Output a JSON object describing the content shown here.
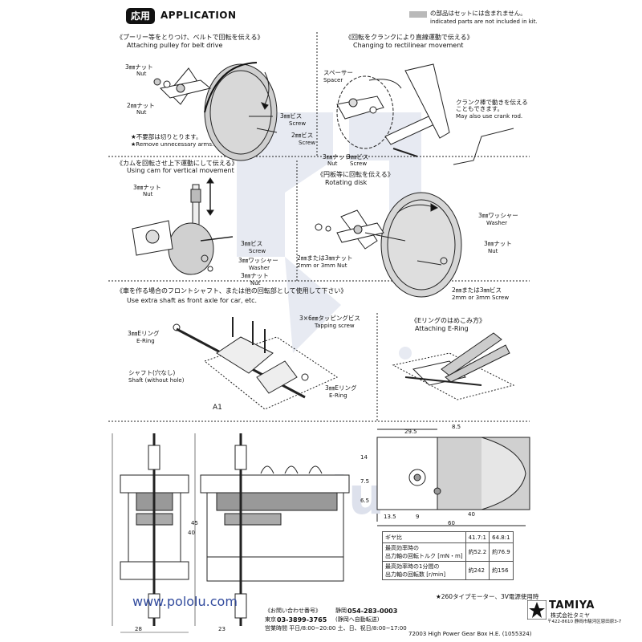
{
  "header": {
    "badge": "応用",
    "title": "APPLICATION",
    "legend_jp": "の部品はセットには含まれません。",
    "legend_en": "indicated parts are not included in kit.",
    "swatch_color": "#b9b9b9"
  },
  "section1": {
    "heading_jp": "《プーリー等をとりつけ、ベルトで回転を伝える》",
    "heading_en": "Attaching pulley for belt drive",
    "nut3_jp": "3㎜ナット",
    "nut3_en": "Nut",
    "nut2_jp": "2㎜ナット",
    "nut2_en": "Nut",
    "remove_jp": "★不要部は切りとります。",
    "remove_en": "★Remove unnecessary arms.",
    "screw3_jp": "3㎜ビス",
    "screw3_en": "Screw",
    "screw2_jp": "2㎜ビス",
    "screw2_en": "Screw"
  },
  "section2": {
    "heading_jp": "《回転をクランクにより直線運動で伝える》",
    "heading_en": "Changing to rectilinear movement",
    "spacer_jp": "スペーサー",
    "spacer_en": "Spacer",
    "crank_jp1": "クランク棒で動きを伝える",
    "crank_jp2": "こともできます。",
    "crank_en": "May also use crank rod.",
    "nut3_jp": "3㎜ナット",
    "nut3_en": "Nut",
    "screw3_jp": "3㎜ビス",
    "screw3_en": "Screw"
  },
  "section3": {
    "heading_jp": "《カムを回転させ上下運動にして伝える》",
    "heading_en": "Using cam for vertical movement",
    "nut3_jp": "3㎜ナット",
    "nut3_en": "Nut",
    "screw3_jp": "3㎜ビス",
    "screw3_en": "Screw",
    "washer3_jp": "3㎜ワッシャー",
    "washer3_en": "Washer",
    "nut3b_jp": "3㎜ナット",
    "nut3b_en": "Nut"
  },
  "section4": {
    "heading_jp": "《円板等に回転を伝える》",
    "heading_en": "Rotating disk",
    "washer_jp": "3㎜ワッシャー",
    "washer_en": "Washer",
    "nut3_jp": "3㎜ナット",
    "nut3_en": "Nut",
    "nut23_jp": "2㎜または3㎜ナット",
    "nut23_en": "2mm or 3mm Nut",
    "screw23_jp": "2㎜または3㎜ビス",
    "screw23_en": "2mm or 3mm Screw"
  },
  "section5": {
    "heading_jp": "《車を作る場合のフロントシャフト、または他の回転部として使用して下さい》",
    "heading_en": "Use extra shaft as front axle for car, etc.",
    "tapping_jp": "3×6㎜タッピングビス",
    "tapping_en": "Tapping screw",
    "ering_jp": "3㎜Eリング",
    "ering_en": "E-Ring",
    "shaft_jp": "シャフト(穴なし)",
    "shaft_en": "Shaft (without hole)",
    "ering2_jp": "3㎜Eリング",
    "ering2_en": "E-Ring",
    "a1": "A1",
    "attach_jp": "《Eリングのはめこみ方》",
    "attach_en": "Attaching E-Ring"
  },
  "dimensions": {
    "d29_5": "29.5",
    "d8_5": "8.5",
    "d14": "14",
    "d7_5": "7.5",
    "d6_5": "6.5",
    "d13_5": "13.5",
    "d9": "9",
    "d40a": "40",
    "d60": "60",
    "d45": "45",
    "d40b": "40",
    "d28": "28",
    "d23": "23"
  },
  "spec_table": {
    "header": [
      "ギヤ比",
      "41.7:1",
      "64.8:1"
    ],
    "rows": [
      {
        "label1": "最高効率時の",
        "label2": "出力軸の回転トルク [mN・m]",
        "v1": "約52.2",
        "v2": "約76.9"
      },
      {
        "label1": "最高効率時の1分間の",
        "label2": "出力軸の回転数 [r/min]",
        "v1": "約242",
        "v2": "約156"
      }
    ],
    "note": "★260タイプモーター、3V電源使用時"
  },
  "footer": {
    "website": "www.pololu.com",
    "contact_title": "《お問い合わせ番号》",
    "shizuoka_label": "静岡",
    "shizuoka_phone": "054-283-0003",
    "tokyo_label": "東京",
    "tokyo_phone": "03-3899-3765",
    "tokyo_note": "(静岡へ自動転送)",
    "hours": "営業時間 平日/8:00~20:00 土、日、祝日/8:00~17:00",
    "brand": "TAMIYA",
    "company": "株式会社タミヤ",
    "address": "〒422-8610 静岡市駿河区恩田原3-7",
    "product": "72003 High Power Gear Box H.E. (1055324)"
  },
  "watermark": "Pololu"
}
